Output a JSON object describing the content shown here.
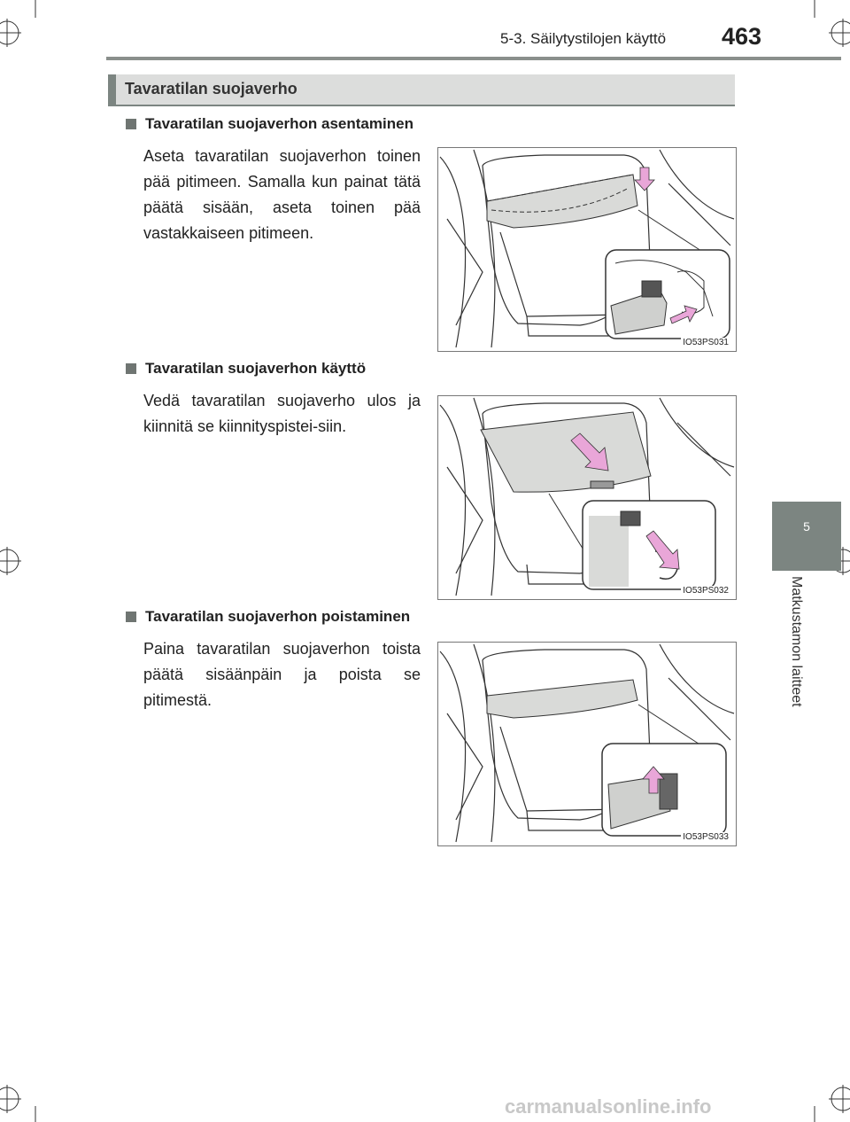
{
  "header": {
    "section": "5-3. Säilytystilojen käyttö",
    "page_number": "463"
  },
  "side_tab": {
    "chapter": "5",
    "label": "Matkustamon laitteet"
  },
  "section_title": "Tavaratilan suojaverho",
  "items": [
    {
      "heading": "Tavaratilan suojaverhon asentaminen",
      "text": "Aseta tavaratilan suojaverhon toinen pää pitimeen. Samalla kun painat tätä päätä sisään, aseta toinen pää vastakkaiseen pitimeen.",
      "figure_code": "IO53PS031"
    },
    {
      "heading": "Tavaratilan suojaverhon käyttö",
      "text": "Vedä tavaratilan suojaverho ulos ja kiinnitä se kiinnityspistei-siin.",
      "figure_code": "IO53PS032"
    },
    {
      "heading": "Tavaratilan suojaverhon poistaminen",
      "text": "Paina tavaratilan suojaverhon toista päätä sisäänpäin ja poista se pitimestä.",
      "figure_code": "IO53PS033"
    }
  ],
  "watermark": "carmanualsonline.info",
  "colors": {
    "accent": "#7c8581",
    "bar_bg": "#dcdddc",
    "arrow": "#e9a6d8"
  }
}
